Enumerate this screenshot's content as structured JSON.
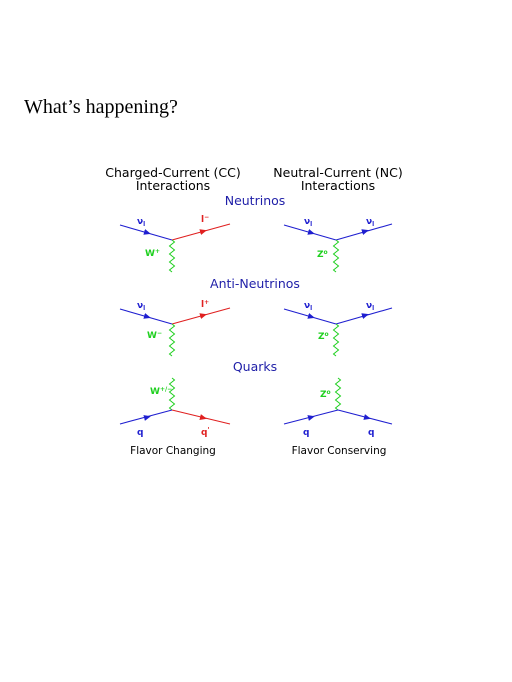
{
  "heading": "What’s happening?",
  "columns": {
    "cc_line1": "Charged-Current (CC)",
    "cc_line2": "Interactions",
    "nc_line1": "Neutral-Current (NC)",
    "nc_line2": "Interactions"
  },
  "sections": {
    "neutrinos": "Neutrinos",
    "anti_neutrinos": "Anti-Neutrinos",
    "quarks": "Quarks"
  },
  "captions": {
    "left": "Flavor Changing",
    "right": "Flavor Conserving"
  },
  "colors": {
    "blue": "#1f1fd0",
    "red": "#e02020",
    "green": "#1fd01f",
    "section_title": "#1f1fa8"
  },
  "diagrams": {
    "cc_neutrino": {
      "in": "ν",
      "in_sub": "l",
      "out": "l",
      "out_sup": "−",
      "boson": "W",
      "boson_sup": "+"
    },
    "nc_neutrino": {
      "in": "ν",
      "in_sub": "l",
      "out": "ν",
      "out_sub": "l",
      "boson": "Z",
      "boson_sup": "o"
    },
    "cc_antineutrino": {
      "in": "ν",
      "in_sub": "l",
      "out": "l",
      "out_sup": "+",
      "boson": "W",
      "boson_sup": "−"
    },
    "nc_antineutrino": {
      "in": "ν",
      "in_sub": "l",
      "out": "ν",
      "out_sub": "l",
      "boson": "Z",
      "boson_sup": "o"
    },
    "cc_quark": {
      "in": "q",
      "out": "q",
      "out_sup": "'",
      "boson": "W",
      "boson_sup": "+/−"
    },
    "nc_quark": {
      "in": "q",
      "out": "q",
      "boson": "Z",
      "boson_sup": "o"
    }
  }
}
